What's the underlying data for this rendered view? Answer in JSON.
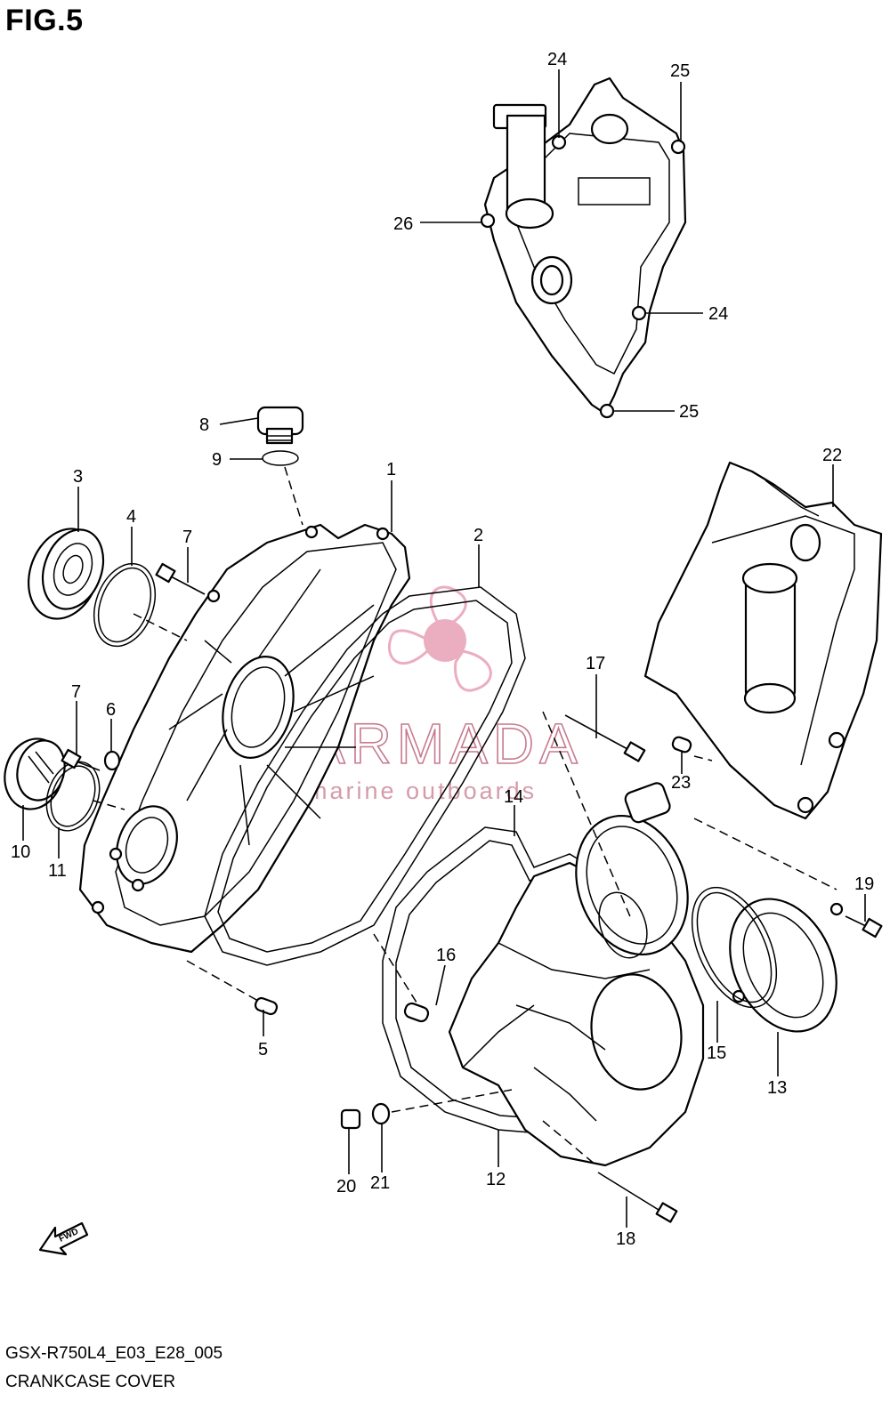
{
  "figure": {
    "title": "FIG.5",
    "code": "GSX-R750L4_E03_E28_005",
    "name": "CRANKCASE COVER",
    "fwd_label": "FWD"
  },
  "watermark": {
    "brand": "ARMADA",
    "tagline": "marine outboards",
    "color": "#e8a0b6"
  },
  "callouts": [
    {
      "id": "1",
      "label": "1"
    },
    {
      "id": "2",
      "label": "2"
    },
    {
      "id": "3",
      "label": "3"
    },
    {
      "id": "4",
      "label": "4"
    },
    {
      "id": "5",
      "label": "5"
    },
    {
      "id": "6",
      "label": "6"
    },
    {
      "id": "7a",
      "label": "7"
    },
    {
      "id": "7b",
      "label": "7"
    },
    {
      "id": "8",
      "label": "8"
    },
    {
      "id": "9",
      "label": "9"
    },
    {
      "id": "10",
      "label": "10"
    },
    {
      "id": "11",
      "label": "11"
    },
    {
      "id": "12",
      "label": "12"
    },
    {
      "id": "13",
      "label": "13"
    },
    {
      "id": "14",
      "label": "14"
    },
    {
      "id": "15",
      "label": "15"
    },
    {
      "id": "16",
      "label": "16"
    },
    {
      "id": "17",
      "label": "17"
    },
    {
      "id": "18",
      "label": "18"
    },
    {
      "id": "19",
      "label": "19"
    },
    {
      "id": "20",
      "label": "20"
    },
    {
      "id": "21",
      "label": "21"
    },
    {
      "id": "22",
      "label": "22"
    },
    {
      "id": "23",
      "label": "23"
    },
    {
      "id": "24a",
      "label": "24"
    },
    {
      "id": "24b",
      "label": "24"
    },
    {
      "id": "25a",
      "label": "25"
    },
    {
      "id": "25b",
      "label": "25"
    },
    {
      "id": "26",
      "label": "26"
    }
  ]
}
